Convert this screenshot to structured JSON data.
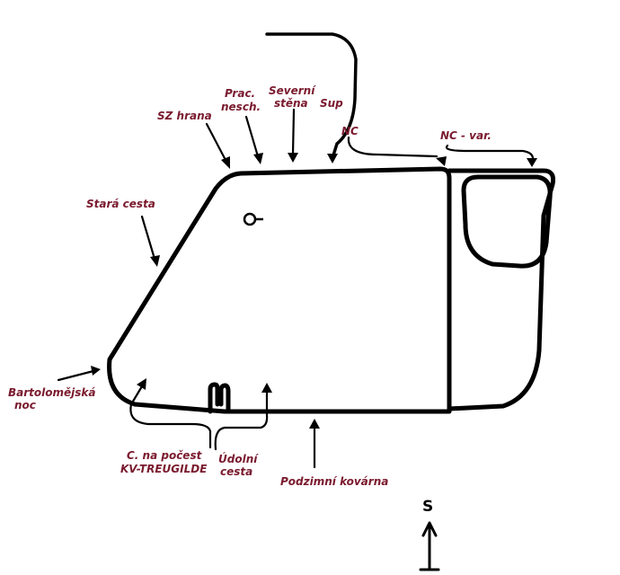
{
  "labels": {
    "sz_hrana": "SZ hrana",
    "prac_1": "Prac.",
    "prac_2": "nesch.",
    "severni_1": "Severní",
    "severni_2": "stěna",
    "sup": "Sup",
    "nc": "NC",
    "nc_var": "NC - var.",
    "stara_cesta": "Stará cesta",
    "bartolomejska_1": "Bartolomějská",
    "bartolomejska_2": "noc",
    "pocest_1": "C. na počest",
    "pocest_2": "KV-TREUGILDE",
    "udolni_1": "Údolní",
    "udolni_2": "cesta",
    "podzimni": "Podzimní kovárna"
  },
  "compass": {
    "direction": "S"
  }
}
